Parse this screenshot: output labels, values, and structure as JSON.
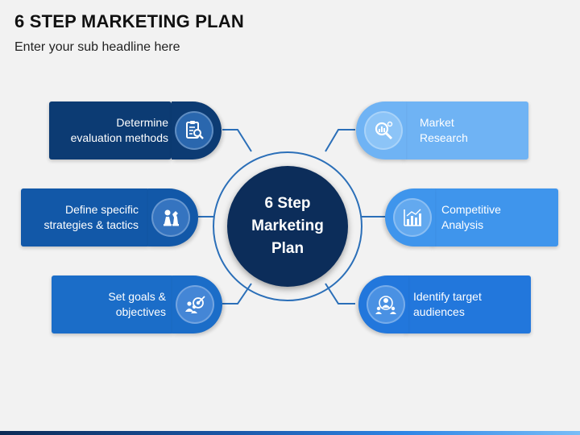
{
  "header": {
    "title": "6 STEP MARKETING PLAN",
    "subtitle": "Enter your sub headline here"
  },
  "hub": {
    "lines": [
      "6 Step",
      "Marketing",
      "Plan"
    ]
  },
  "steps": {
    "left": [
      {
        "lines": [
          "Determine",
          "evaluation methods"
        ],
        "icon": "clipboard-magnifier-icon",
        "color": "#0c3b73"
      },
      {
        "lines": [
          "Define specific",
          "strategies & tactics"
        ],
        "icon": "chess-pieces-icon",
        "color": "#1258a8"
      },
      {
        "lines": [
          "Set goals &",
          "objectives"
        ],
        "icon": "target-team-icon",
        "color": "#1b6dc8"
      }
    ],
    "right": [
      {
        "lines": [
          "Market",
          "Research"
        ],
        "icon": "search-analytics-icon",
        "color": "#6fb3f4"
      },
      {
        "lines": [
          "Competitive",
          "Analysis"
        ],
        "icon": "bar-chart-icon",
        "color": "#3f95ec"
      },
      {
        "lines": [
          "Identify target",
          "audiences"
        ],
        "icon": "audience-target-icon",
        "color": "#2277dc"
      }
    ]
  },
  "colors": {
    "hub": "#0c2d5a",
    "connector": "#2b6fb8",
    "background": "#f2f2f2"
  }
}
